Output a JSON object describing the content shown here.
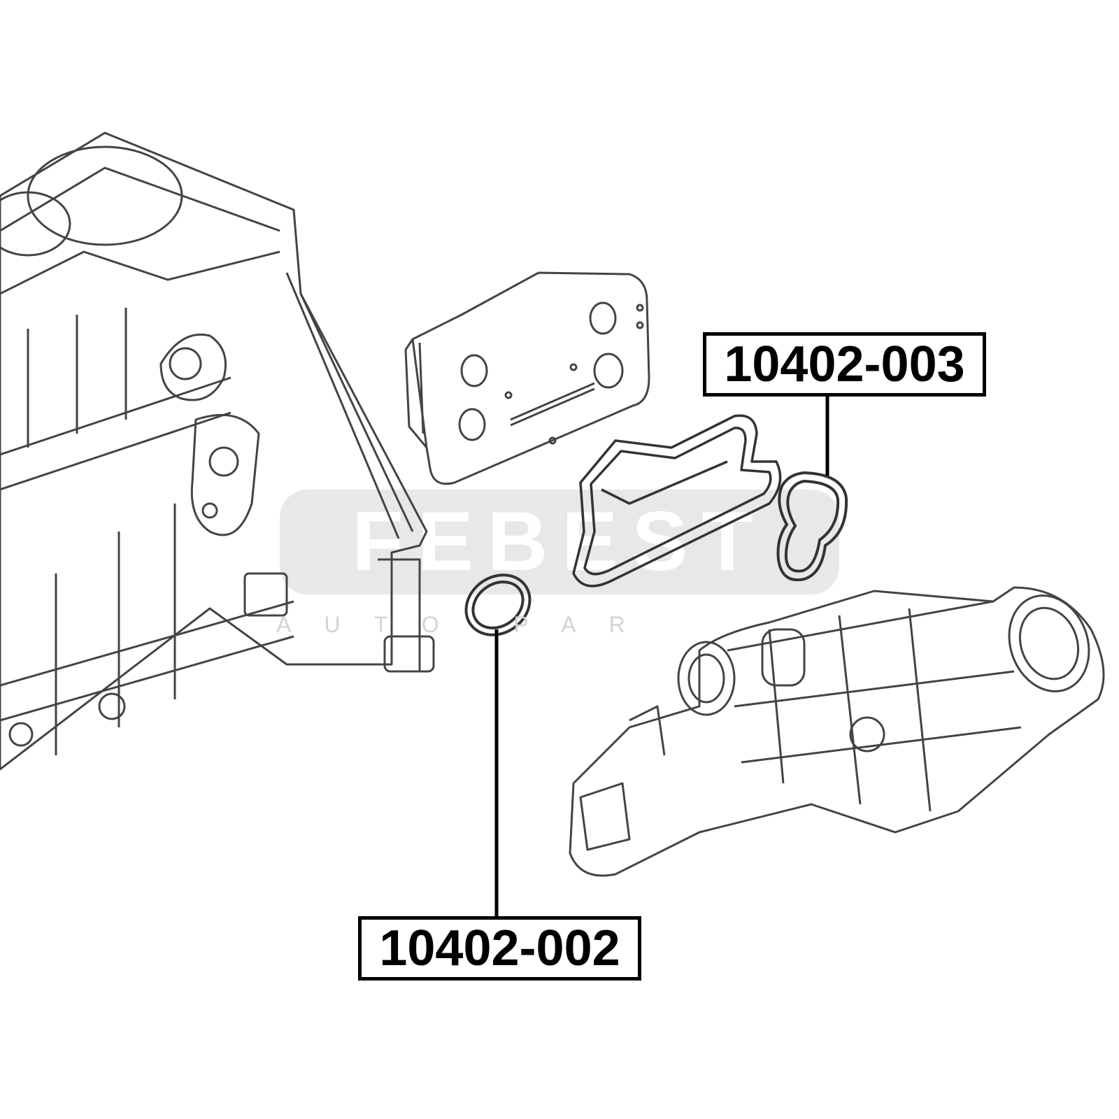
{
  "labels": {
    "part_a": "10402-003",
    "part_b": "10402-002"
  },
  "watermark": {
    "brand": "FEBEST",
    "subtitle": "A U T O   P A R"
  },
  "colors": {
    "line": "#000000",
    "drawing": "#444444",
    "watermark": "#d3d3d3",
    "background": "#ffffff"
  }
}
